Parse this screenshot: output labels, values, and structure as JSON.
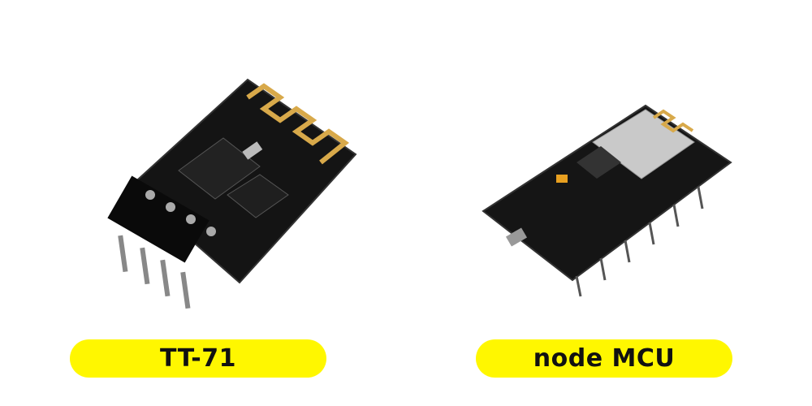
{
  "products": [
    {
      "label": "TT-71",
      "icon": "esp01-module-image"
    },
    {
      "label": "node MCU",
      "icon": "nodemcu-board-image"
    }
  ],
  "colors": {
    "label_bg": "#fff700",
    "label_text": "#111111",
    "pcb": "#151515",
    "gold": "#d8a94a"
  }
}
